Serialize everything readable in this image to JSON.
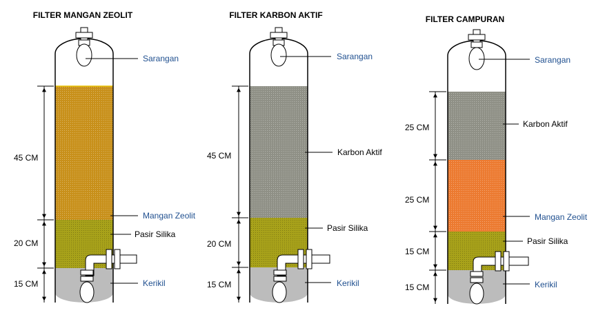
{
  "colors": {
    "zeolite": "#c8901a",
    "carbon": "#8f9086",
    "silica": "#a8a21a",
    "gravel": "#bcbcbc",
    "mixed_zeolite": "#ec7a30",
    "label_blue": "#1f4f8f",
    "outline": "#000000",
    "background": "#ffffff"
  },
  "filters": [
    {
      "title": "FILTER MANGAN ZEOLIT",
      "labels": {
        "sarangan": "Sarangan",
        "layer1": "Mangan Zeolit",
        "layer2": "Pasir Silika",
        "kerikil": "Kerikil"
      },
      "dims": [
        "45 CM",
        "20 CM",
        "15 CM"
      ]
    },
    {
      "title": "FILTER KARBON AKTIF",
      "labels": {
        "sarangan": "Sarangan",
        "layer1": "Karbon Aktif",
        "layer2": "Pasir Silika",
        "kerikil": "Kerikil"
      },
      "dims": [
        "45 CM",
        "20 CM",
        "15 CM"
      ]
    },
    {
      "title": "FILTER CAMPURAN",
      "labels": {
        "sarangan": "Sarangan",
        "layer1": "Karbon Aktif",
        "layer2": "Mangan Zeolit",
        "layer3": "Pasir Silika",
        "kerikil": "Kerikil"
      },
      "dims": [
        "25 CM",
        "25 CM",
        "15 CM",
        "15 CM"
      ]
    }
  ]
}
